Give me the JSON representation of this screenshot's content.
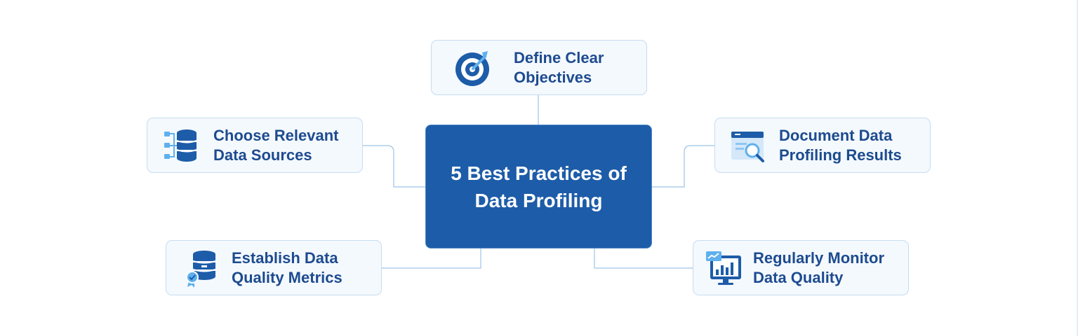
{
  "center": {
    "title_line1": "5 Best Practices of",
    "title_line2": "Data Profiling"
  },
  "nodes": {
    "objectives": {
      "line1": "Define Clear",
      "line2": "Objectives",
      "icon": "target-icon"
    },
    "sources": {
      "line1": "Choose Relevant",
      "line2": "Data Sources",
      "icon": "database-icon"
    },
    "document": {
      "line1": "Document Data",
      "line2": "Profiling Results",
      "icon": "document-search-icon"
    },
    "metrics": {
      "line1": "Establish Data",
      "line2": "Quality Metrics",
      "icon": "database-badge-icon"
    },
    "monitor": {
      "line1": "Regularly Monitor",
      "line2": "Data Quality",
      "icon": "monitor-chart-icon"
    }
  },
  "colors": {
    "center_fill": "#1d5ca8",
    "node_fill": "#f4f9fe",
    "node_border": "#c6dcf1",
    "text": "#1d4b8f",
    "icon_dark": "#1d5ca8",
    "icon_light": "#5fb0ee",
    "connector": "#9cc3e8"
  }
}
